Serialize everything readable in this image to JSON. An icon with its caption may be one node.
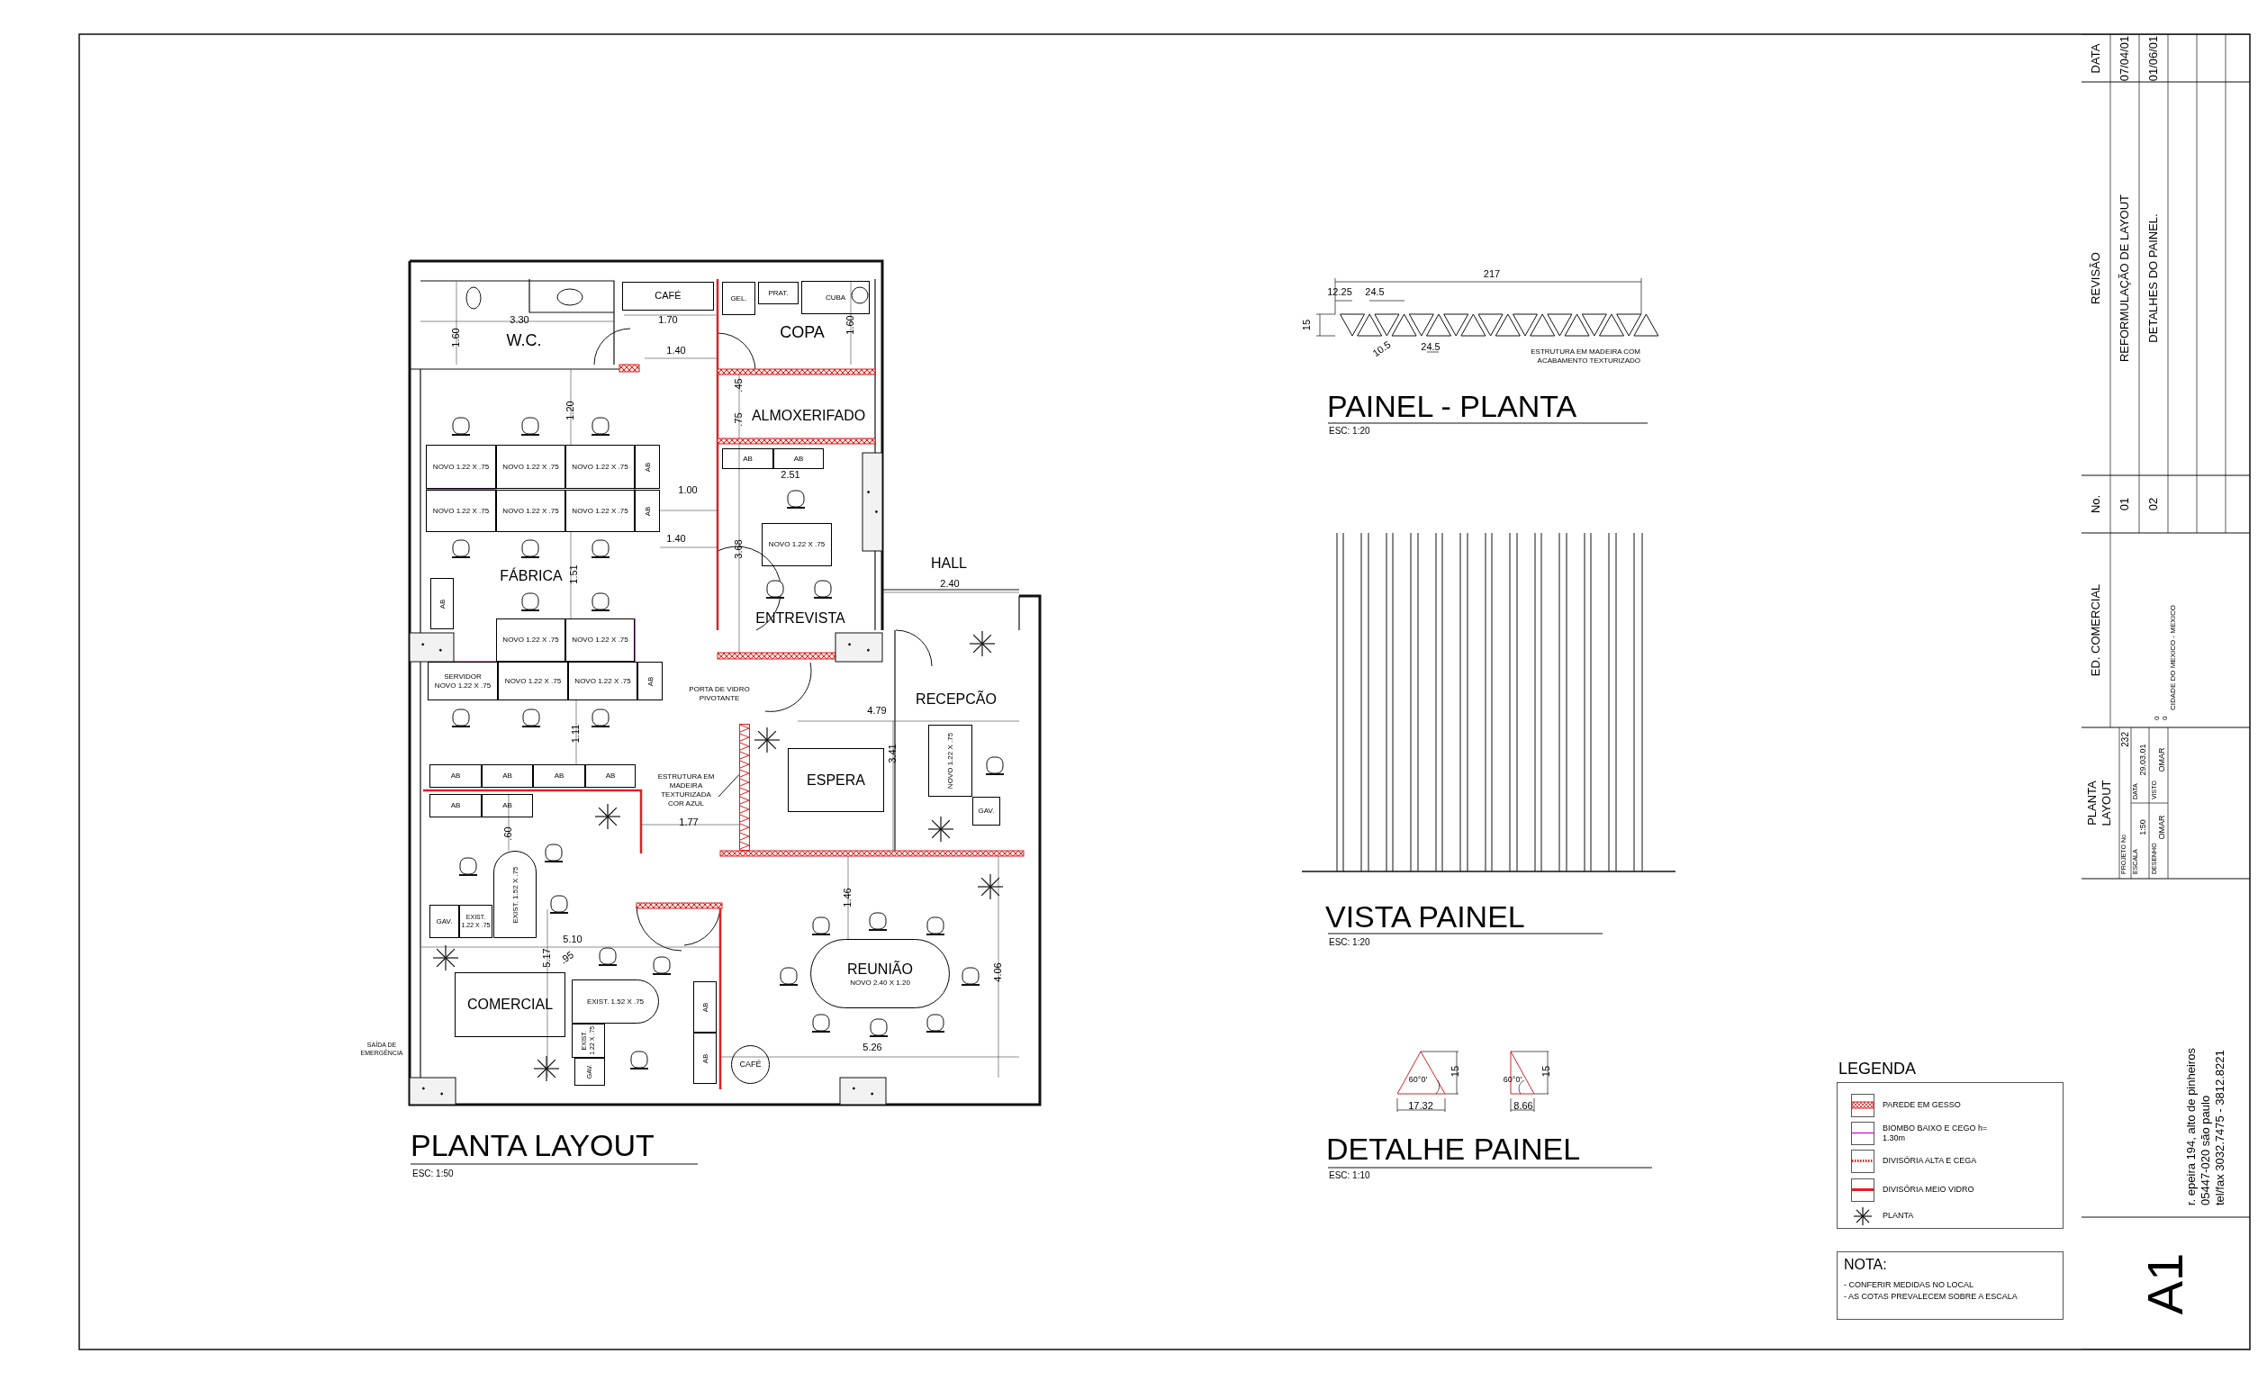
{
  "diagram": {
    "nodes": [
      {
        "text": [
          "CAFÉ"
        ]
      },
      {
        "text": [
          "GEL."
        ]
      },
      {
        "text": [
          "PRAT."
        ]
      },
      {
        "text": [
          "CUBA"
        ]
      },
      {
        "text": [
          "NOVO 1.22 X .75"
        ]
      },
      {
        "text": [
          "NOVO 1.22 X .75"
        ]
      },
      {
        "text": [
          "NOVO 1.22 X .75"
        ]
      },
      {
        "text": [
          "AB"
        ]
      },
      {
        "text": [
          "AB"
        ]
      },
      {
        "text": [
          "AB"
        ]
      },
      {
        "text": [
          "NOVO 1.22 X .75"
        ]
      },
      {
        "text": [
          "NOVO 1.22 X .75"
        ]
      },
      {
        "text": [
          "NOVO 1.22 X .75"
        ]
      },
      {
        "text": [
          "AB"
        ]
      },
      {
        "text": [
          "NOVO 1.22 X .75"
        ]
      },
      {
        "text": [
          "AB"
        ]
      },
      {
        "text": [
          "NOVO 1.22 X .75"
        ]
      },
      {
        "text": [
          "NOVO 1.22 X .75"
        ]
      },
      {
        "text": [
          "SERVIDOR",
          "NOVO 1.22 X .75"
        ]
      },
      {
        "text": [
          "NOVO 1.22 X .75"
        ]
      },
      {
        "text": [
          "NOVO 1.22 X .75"
        ]
      },
      {
        "text": [
          "AB"
        ]
      },
      {
        "text": [
          "ESTRUTURA EM MADEIRA TEXTURIZADA COR AZUL"
        ]
      },
      {
        "text": [],
        "shape": "bar"
      },
      {
        "text": [
          "ESPERA"
        ]
      },
      {
        "text": [
          "NOVO 1.22 X .75"
        ]
      },
      {
        "text": [
          "GAV."
        ]
      },
      {
        "text": [
          "AB"
        ]
      },
      {
        "text": [
          "AB"
        ]
      },
      {
        "text": [
          "AB"
        ]
      },
      {
        "text": [
          "AB"
        ]
      },
      {
        "text": [
          "AB"
        ]
      },
      {
        "text": [
          "AB"
        ]
      },
      {
        "text": [
          "EXIST. 1.52 X .75"
        ]
      },
      {
        "text": [
          "GAV."
        ]
      },
      {
        "text": [
          "EXIST. 1.22 X .75"
        ]
      },
      {
        "text": [
          "REUNIÃO",
          "NOVO 2.40 X 1.20"
        ]
      },
      {
        "text": [
          "COMERCIAL"
        ]
      },
      {
        "text": [
          "EXIST. 1.52 X .75"
        ]
      },
      {
        "text": [
          "AB"
        ]
      },
      {
        "text": [
          "EXIST. 1.22 X .75"
        ]
      },
      {
        "text": [
          "AB"
        ]
      },
      {
        "text": [
          "GAV."
        ]
      },
      {
        "text": [
          "CAFÉ"
        ]
      }
    ],
    "edges": [
      {
        "from": 22,
        "to": 23,
        "arrow": "none"
      }
    ],
    "labels": [
      "W.C.",
      "3.30",
      "1.60",
      "1.70",
      "COPA",
      "1.60",
      "1.40",
      ".45",
      "1.20",
      ".75",
      "ALMOXERIFADO",
      "2.51",
      "1.00",
      "1.40",
      "3.68",
      "HALL",
      "FÁBRICA",
      "1.51",
      "2.40",
      "ENTREVISTA",
      "PORTA DE VIDRO PIVOTANTE",
      "RECEPCÃO",
      "4.79",
      "1.11",
      "3.41",
      "1.77",
      ".60",
      "5.10",
      "5.17",
      ".95",
      "1.46",
      "4.06",
      "SAÍDA DE EMERGÊNCIA",
      "5.26",
      "PLANTA LAYOUT",
      "ESC: 1:50",
      "217",
      "12.25",
      "24.5",
      "15",
      "10.5",
      "24.5",
      "ESTRUTURA EM MADEIRA COM ACABAMENTO TEXTURIZADO",
      "PAINEL - PLANTA",
      "ESC: 1:20",
      "VISTA PAINEL",
      "ESC: 1:20",
      "60°0'",
      "15",
      "17.32",
      "60°0'",
      "15",
      "8.66",
      "DETALHE PAINEL",
      "ESC: 1:10",
      "LEGENDA",
      "NOTA:",
      "- CONFERIR MEDIDAS NO LOCAL",
      "- AS COTAS PREVALECEM SOBRE A ESCALA",
      "DATA",
      "07/04/01",
      "01/06/01",
      "REVISÃO",
      "REFORMULAÇÃO DE LAYOUT",
      "DETALHES DO PAINEL.",
      "No.",
      "01",
      "02",
      "ED. COMERCIAL",
      "0",
      "0",
      "CIDADE DO MEXICO - MEXICO",
      "PLANTA LAYOUT",
      "PROJETO No",
      "232",
      "ESCALA",
      "1:50",
      "DATA",
      "29.03.01",
      "DESENHO",
      "OMAR",
      "VISTO",
      "OMAR",
      "r. epeira 194, alto de pinheiros",
      "05447-020 são paulo",
      "tel/fax 3032.7475 - 3812.8221",
      "A1"
    ],
    "legend": [
      {
        "text": "PAREDE EM GESSO"
      },
      {
        "text": "BIOMBO BAIXO E CEGO h= 1.30m"
      },
      {
        "text": "DIVISÓRIA ALTA E CEGA"
      },
      {
        "text": "DIVISÓRIA MEIO VIDRO"
      },
      {
        "text": "PLANTA"
      }
    ]
  }
}
